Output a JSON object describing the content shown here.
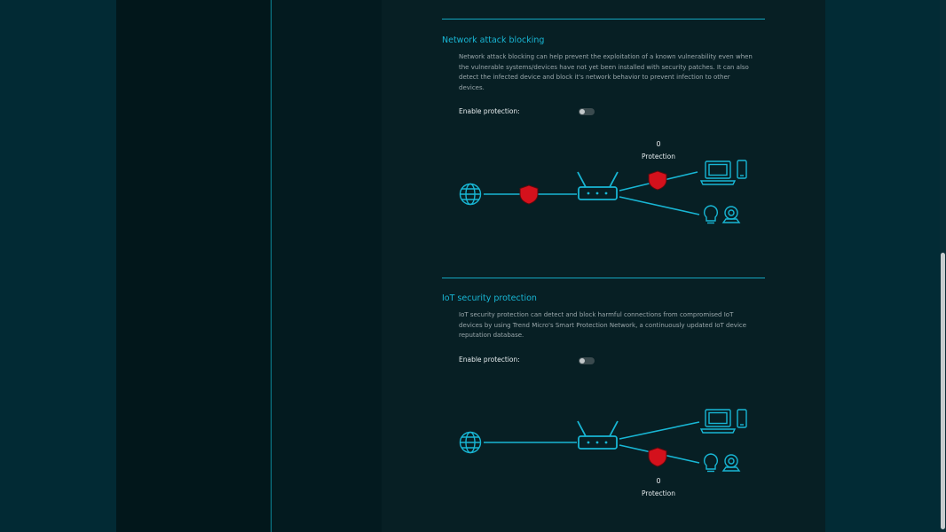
{
  "sections": [
    {
      "title": "Network attack blocking",
      "description": "Network attack blocking can help prevent the exploitation of a known vulnerability even when the vulnerable systems/devices have not yet been installed with security patches. It can also detect the infected device and block it's network behavior to prevent infection to other devices.",
      "toggle_label": "Enable protection:",
      "toggle_on": false,
      "protection_count": "0",
      "protection_label": "Protection"
    },
    {
      "title": "IoT security protection",
      "description": "IoT security protection can detect and block harmful connections from compromised IoT devices by using Trend Micro's Smart Protection Network, a continuously updated IoT device reputation database.",
      "toggle_label": "Enable protection:",
      "toggle_on": false,
      "protection_count": "0",
      "protection_label": "Protection"
    }
  ],
  "colors": {
    "accent": "#18b6d4",
    "shield": "#d4111c",
    "background": "#022b35"
  },
  "icons": [
    "globe-icon",
    "shield-icon",
    "router-icon",
    "laptop-icon",
    "phone-icon",
    "lightbulb-icon",
    "camera-icon"
  ]
}
